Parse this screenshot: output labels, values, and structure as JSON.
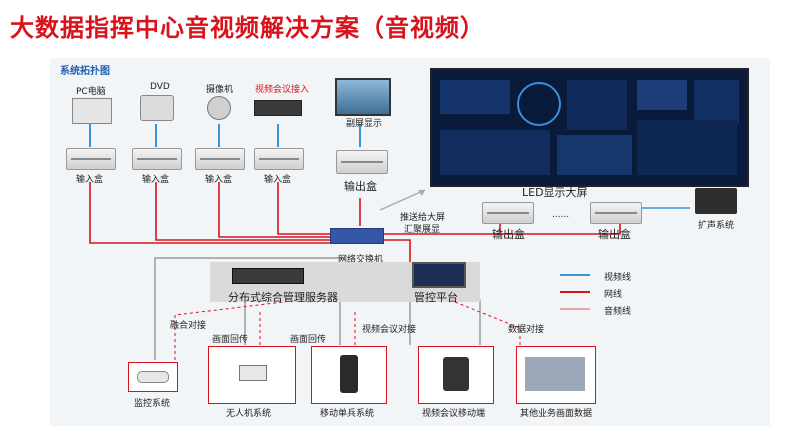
{
  "title": "大数据指挥中心音视频解决方案（音视频）",
  "topology_label": "系统拓扑图",
  "sources": [
    {
      "label": "PC电脑"
    },
    {
      "label": "DVD"
    },
    {
      "label": "摄像机"
    },
    {
      "label": "视频会议接入"
    }
  ],
  "input_box_label": "输入盒",
  "output_box_label": "输出盒",
  "sub_screen_label": "副屏显示",
  "led_label": "LED显示大屏",
  "speaker_label": "扩声系统",
  "push_label_1": "推送给大屏",
  "push_label_2": "汇聚展显",
  "switch_label": "网络交换机",
  "server_label": "分布式综合管理服务器",
  "control_label": "管控平台",
  "legend": [
    {
      "label": "视频线",
      "color": "#3a95d6"
    },
    {
      "label": "网线",
      "color": "#d9121b"
    },
    {
      "label": "音频线",
      "color": "#e88a8a"
    }
  ],
  "links": {
    "fusion": "融合对接",
    "return1": "画面回传",
    "return2": "画面回传",
    "vconf": "视频会议对接",
    "data": "数据对接"
  },
  "bottom": [
    {
      "label": "监控系统"
    },
    {
      "label": "无人机系统"
    },
    {
      "label": "移动单兵系统"
    },
    {
      "label": "视频会议移动端"
    },
    {
      "label": "其他业务画面数据"
    }
  ],
  "dots": "......"
}
